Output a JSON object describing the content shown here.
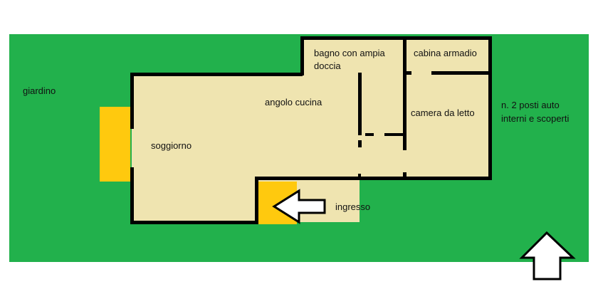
{
  "colors": {
    "background": "#ffffff",
    "garden": "#22b14c",
    "floor": "#efe4b0",
    "wall": "#000000",
    "door": "#ffc90e",
    "arrow_fill": "#ffffff",
    "arrow_stroke": "#000000"
  },
  "labels": {
    "garden": "giardino",
    "living_room": "soggiorno",
    "kitchen_corner": "angolo cucina",
    "bathroom_line1": "bagno con ampia",
    "bathroom_line2": "doccia",
    "walk_in_closet": "cabina armadio",
    "bedroom": "camera da letto",
    "entrance": "ingresso",
    "parking_line1": "n. 2 posti auto",
    "parking_line2": "interni e scoperti"
  },
  "icons": {
    "entrance_arrow": "arrow-left-icon",
    "parking_arrow": "arrow-up-icon"
  }
}
